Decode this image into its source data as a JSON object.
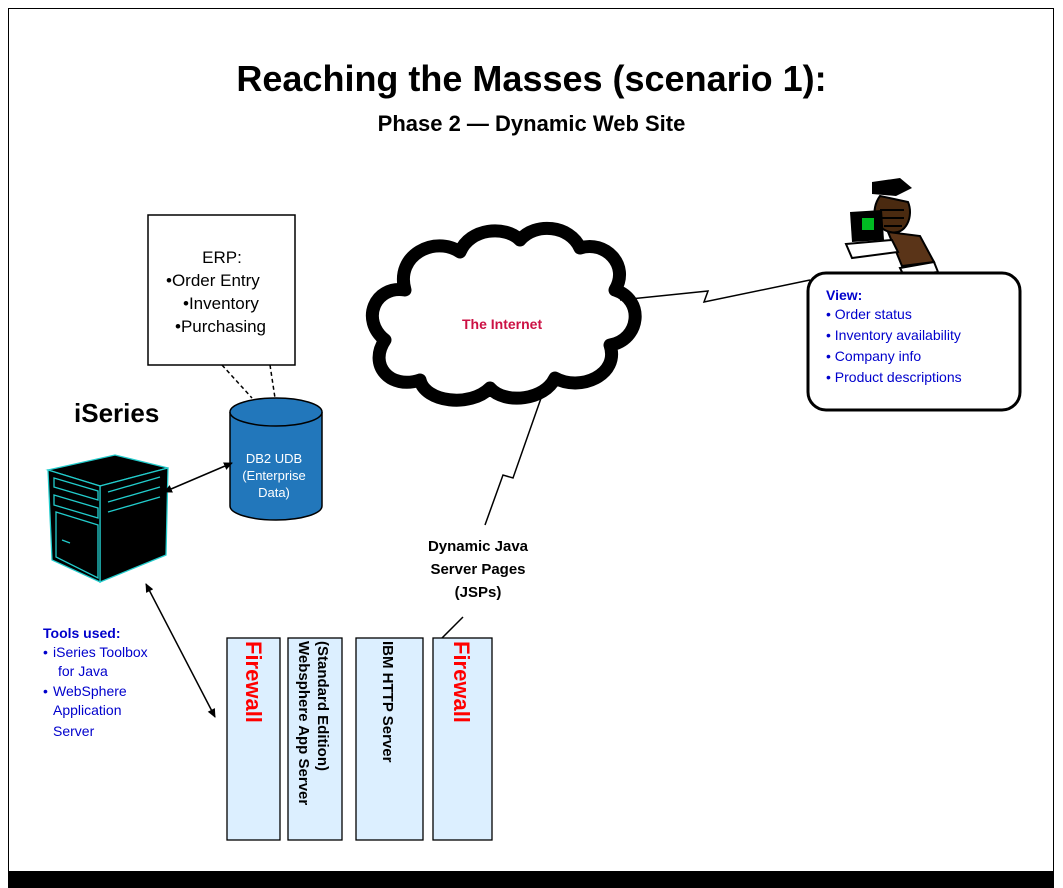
{
  "title": "Reaching the Masses (scenario 1):",
  "subtitle": "Phase 2 — Dynamic Web Site",
  "server": {
    "label": "iSeries"
  },
  "erp": {
    "heading": "ERP:",
    "items": [
      "•Order Entry",
      "•Inventory",
      "•Purchasing"
    ]
  },
  "database": {
    "line1": "DB2 UDB",
    "line2": "(Enterprise",
    "line3": "Data)"
  },
  "internet": {
    "label": "The Internet"
  },
  "jsp": {
    "line1": "Dynamic Java",
    "line2": "Server Pages",
    "line3": "(JSPs)"
  },
  "tools": {
    "heading": "Tools used:",
    "items": [
      {
        "bullet": "•",
        "line1": "iSeries Toolbox",
        "line2": "for Java"
      },
      {
        "bullet": "•",
        "line1": "WebSphere",
        "line2": "Application",
        "line3": "Server"
      }
    ]
  },
  "view": {
    "heading": "View:",
    "items": [
      "• Order status",
      "• Inventory availability",
      "• Company info",
      "• Product descriptions"
    ]
  },
  "columns": {
    "firewall_left": "Firewall",
    "websphere_line1": "Websphere App Server",
    "websphere_line2": "(Standard Edition)",
    "http_server": "IBM HTTP Server",
    "firewall_right": "Firewall"
  },
  "colors": {
    "firewall_text": "#ff0000",
    "column_fill": "#dcefff",
    "database_fill": "#2277bb",
    "internet_text": "#cc1144",
    "list_text": "#0000cc",
    "server_outline": "#22cccc"
  },
  "icons": [
    "server-icon",
    "database-icon",
    "cloud-icon",
    "user-at-computer-icon"
  ]
}
